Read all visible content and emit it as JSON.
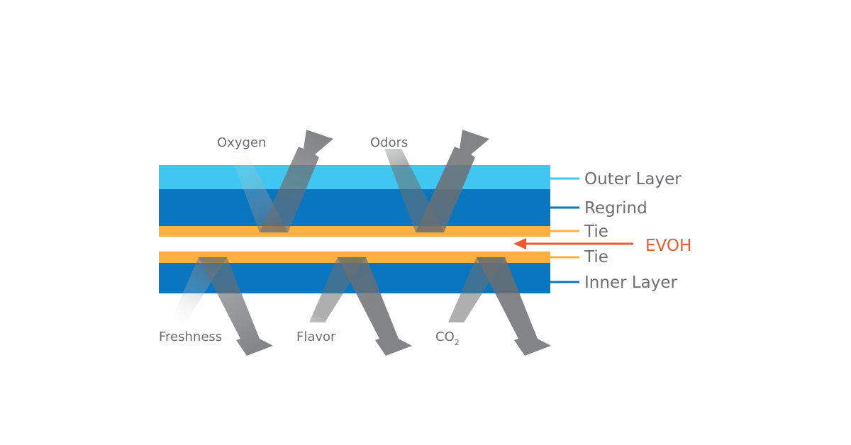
{
  "colors": {
    "outer_layer": "#3fc6f1",
    "regrind": "#0a76c0",
    "tie": "#fbb040",
    "inner_layer": "#0a76c0",
    "evoh": "#ef5a2a",
    "label_text": "#6d6e70",
    "arrow": "#6d6e70"
  },
  "layers": {
    "outer": "Outer Layer",
    "regrind": "Regrind",
    "tie_top": "Tie",
    "evoh": "EVOH",
    "tie_bottom": "Tie",
    "inner": "Inner Layer"
  },
  "arrows_out": {
    "oxygen": "Oxygen",
    "odors": "Odors"
  },
  "arrows_in": {
    "freshness": "Freshness",
    "flavor": "Flavor",
    "co2_main": "CO",
    "co2_sub": "2"
  }
}
